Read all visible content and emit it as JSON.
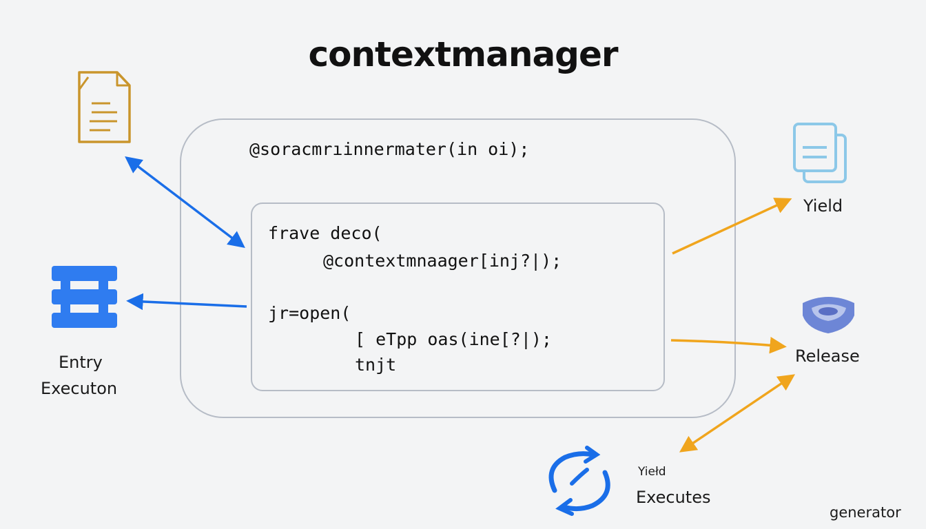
{
  "title": "contextmanager",
  "outer_box": {
    "signature": "@soracmrıinnermater(in oi);"
  },
  "inner_box": {
    "lines": [
      "frave deco(",
      "@contextmnaager[inj?|);",
      "jr=open(",
      "[ eTpp oas(ine[?|);",
      "tnjt"
    ]
  },
  "left": {
    "entry_label": "Entry",
    "execution_label": "Executon",
    "icons": [
      "document-icon",
      "stack-icon"
    ]
  },
  "right": {
    "yield_label": "Yield",
    "release_label": "Release",
    "icons": [
      "pages-icon",
      "lock-icon"
    ]
  },
  "bottom": {
    "small_label": "Yiełd",
    "executes_label": "Executes",
    "corner_label": "generator",
    "icons": [
      "cycle-icon"
    ]
  },
  "colors": {
    "blue_arrow": "#1a6ee8",
    "orange_arrow": "#f0a51d",
    "doc_icon": "#c9952c",
    "pages_icon": "#8cc8e8",
    "box_stroke": "#b6bcc6"
  }
}
